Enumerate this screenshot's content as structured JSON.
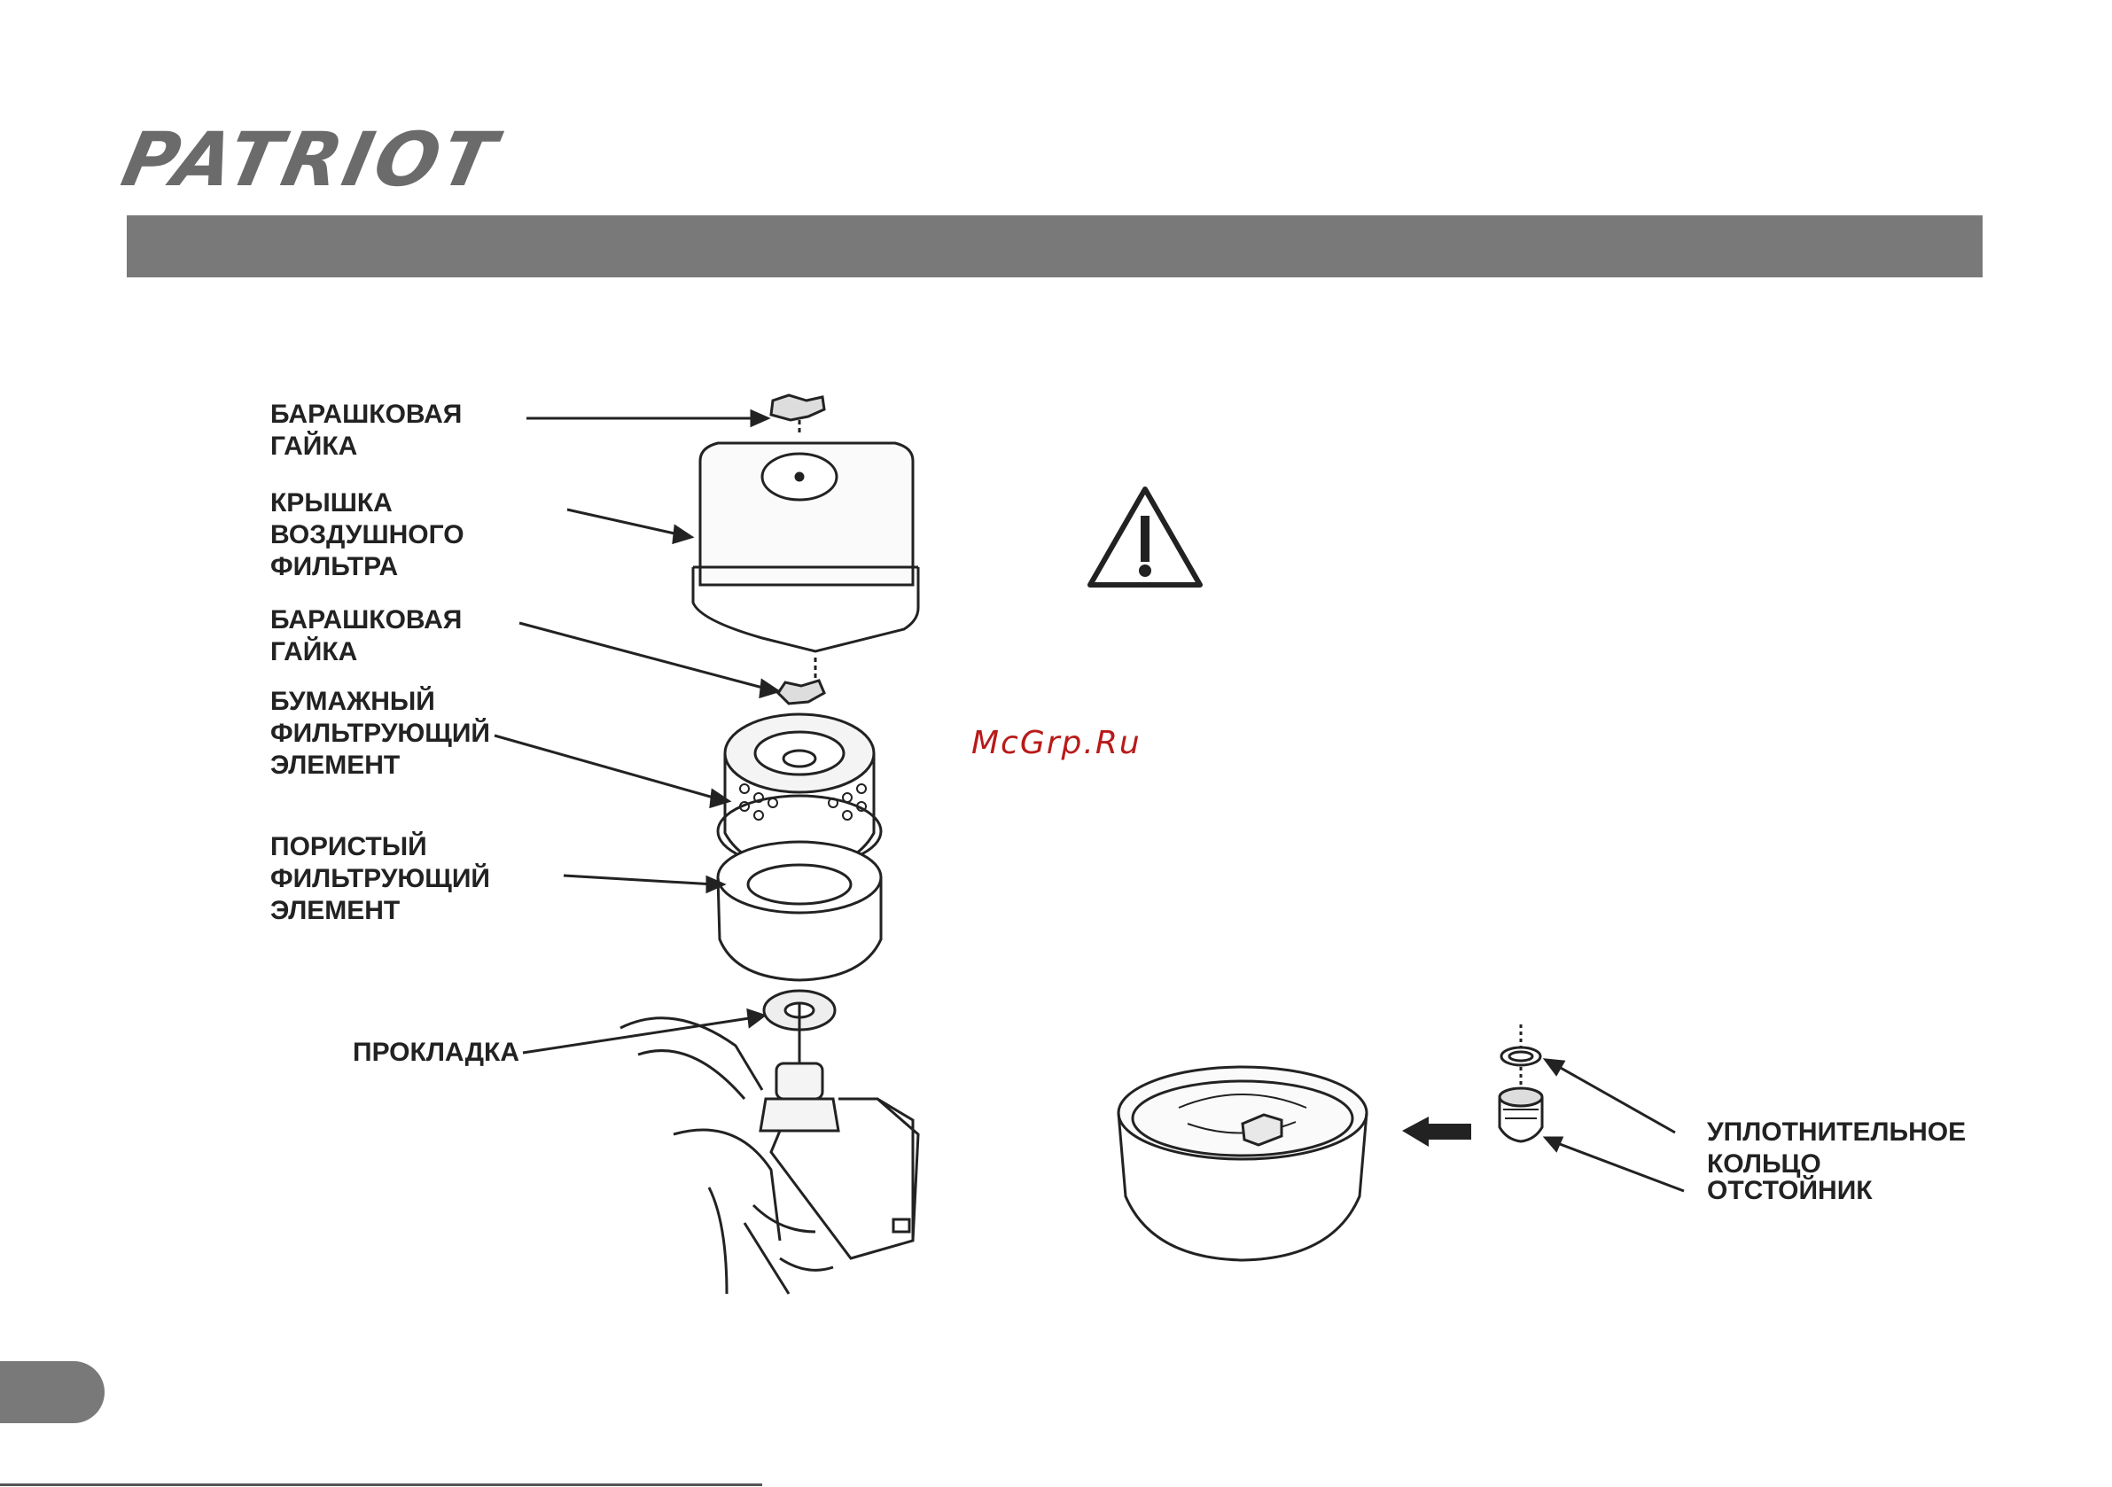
{
  "brand": {
    "logo_text": "PATRIOT"
  },
  "watermark": "McGrp.Ru",
  "air_filter_labels": {
    "wing_nut_top": "БАРАШКОВАЯ\nГАЙКА",
    "filter_cover": "КРЫШКА\nВОЗДУШНОГО\nФИЛЬТРА",
    "wing_nut_middle": "БАРАШКОВАЯ\nГАЙКА",
    "paper_element": "БУМАЖНЫЙ\nФИЛЬТРУЮЩИЙ\nЭЛЕМЕНТ",
    "foam_element": "ПОРИСТЫЙ\nФИЛЬТРУЮЩИЙ\nЭЛЕМЕНТ",
    "gasket": "ПРОКЛАДКА"
  },
  "sediment_cup_labels": {
    "seal_ring": "УПЛОТНИТЕЛЬНОЕ\nКОЛЬЦО",
    "sediment_cup": "ОТСТОЙНИК"
  },
  "colors": {
    "header_bar": "#7a7979",
    "logo": "#6b6b6b",
    "watermark": "#b81a1a"
  }
}
